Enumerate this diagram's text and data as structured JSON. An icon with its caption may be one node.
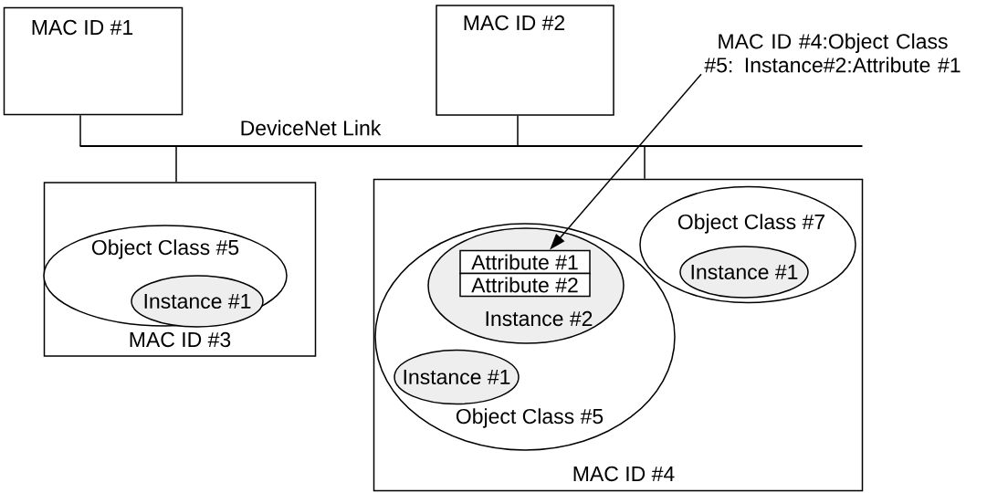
{
  "diagram": {
    "nodes": [
      {
        "text": [
          "MAC ID #1"
        ]
      },
      {
        "text": [
          "MAC ID #2"
        ]
      },
      {
        "text": [
          "MAC ID #4:Object Class #5: Instance#2:Attribute #1"
        ]
      },
      {
        "text": [],
        "shape": "bar",
        "beside": [
          "DeviceNet Link"
        ]
      },
      {
        "text": [
          "MAC ID #3"
        ]
      },
      {
        "text": [
          "Object Class #5"
        ],
        "in": 4
      },
      {
        "text": [
          "Instance #1"
        ],
        "in": 5
      },
      {
        "text": [
          "MAC ID #4"
        ]
      },
      {
        "text": [
          "Object Class #5"
        ],
        "in": 7
      },
      {
        "text": [
          "Instance #2"
        ],
        "in": 8
      },
      {
        "text": [
          "Attribute #1"
        ],
        "in": 9
      },
      {
        "text": [
          "Attribute #2"
        ],
        "in": 9
      },
      {
        "text": [
          "Instance #1"
        ],
        "in": 8
      },
      {
        "text": [
          "Object Class #7"
        ],
        "in": 7
      },
      {
        "text": [
          "Instance #1"
        ],
        "in": 13
      }
    ],
    "edges": [
      {
        "from": 0,
        "to": 3,
        "arrow": "none"
      },
      {
        "from": 1,
        "to": 3,
        "arrow": "none"
      },
      {
        "from": 3,
        "to": 4,
        "arrow": "none"
      },
      {
        "from": 3,
        "to": 7,
        "arrow": "none"
      },
      {
        "from": 2,
        "to": 10,
        "arrow": "to"
      }
    ]
  }
}
